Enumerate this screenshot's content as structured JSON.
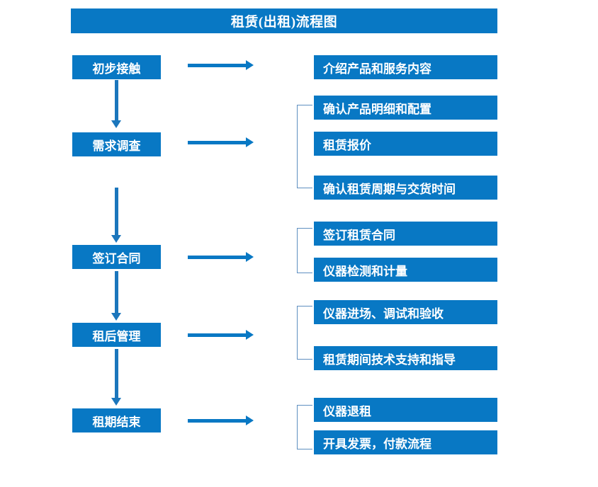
{
  "diagram": {
    "title": "租赁(出租)流程图",
    "accent_color": "#0878C4",
    "bracket_color": "#5E8FC0",
    "arrow_color": "#1B76BC",
    "text_color": "#FFFFFF",
    "background_color": "#FFFFFF",
    "stages": [
      {
        "id": "stage-1",
        "label": "初步接触",
        "details": [
          "介绍产品和服务内容"
        ],
        "has_bracket": false
      },
      {
        "id": "stage-2",
        "label": "需求调查",
        "details": [
          "确认产品明细和配置",
          "租赁报价",
          "确认租赁周期与交货时间"
        ],
        "has_bracket": true
      },
      {
        "id": "stage-3",
        "label": "签订合同",
        "details": [
          "签订租赁合同",
          "仪器检测和计量"
        ],
        "has_bracket": true
      },
      {
        "id": "stage-4",
        "label": "租后管理",
        "details": [
          "仪器进场、调试和验收",
          "租赁期间技术支持和指导"
        ],
        "has_bracket": true
      },
      {
        "id": "stage-5",
        "label": "租期结束",
        "details": [
          "仪器退租",
          "开具发票，付款流程"
        ],
        "has_bracket": true
      }
    ],
    "connectors": {
      "horizontal_arrow_count": 5,
      "vertical_arrow_count": 4
    }
  }
}
